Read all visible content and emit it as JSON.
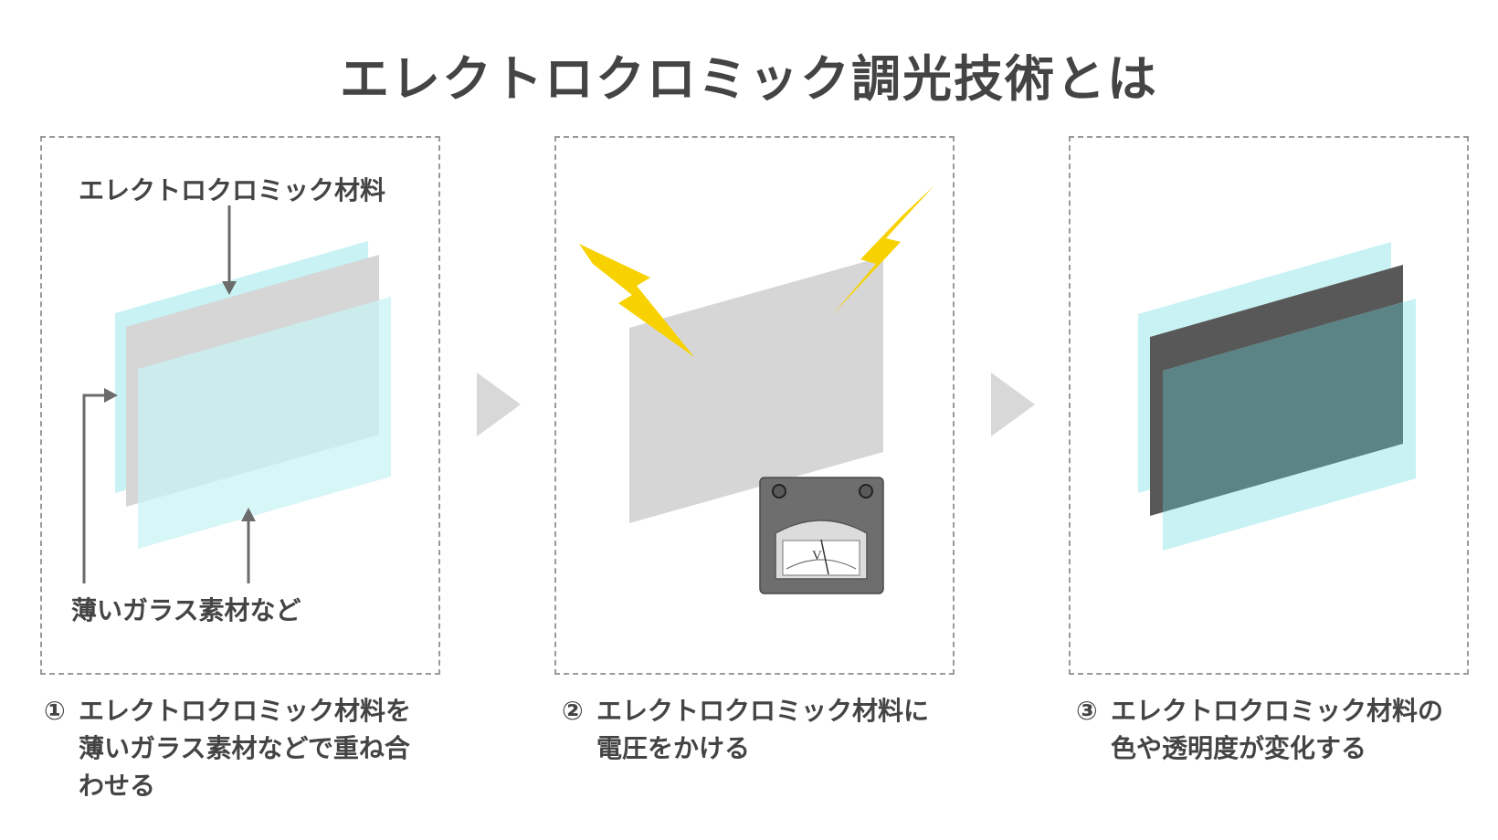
{
  "title": "エレクトロクロミック調光技術とは",
  "panel1": {
    "top_label": "エレクトロクロミック材料",
    "bottom_label": "薄いガラス素材など"
  },
  "panel2": {
    "meter_unit": "V"
  },
  "captions": [
    {
      "num": "①",
      "text": "エレクトロクロミック材料を\n薄いガラス素材などで重ね合\nわせる"
    },
    {
      "num": "②",
      "text": "エレクトロクロミック材料に\n電圧をかける"
    },
    {
      "num": "③",
      "text": "エレクトロクロミック材料の\n色や透明度が変化する"
    }
  ],
  "colors": {
    "glass": "#c8f2f4",
    "material_off": "#d6d6d6",
    "material_on": "#585858",
    "stacked_tint": "#5a8485",
    "lightning": "#f7d200",
    "arrow": "#6b6b6b",
    "step_arrow": "#d8d8d8",
    "text": "#444444"
  }
}
